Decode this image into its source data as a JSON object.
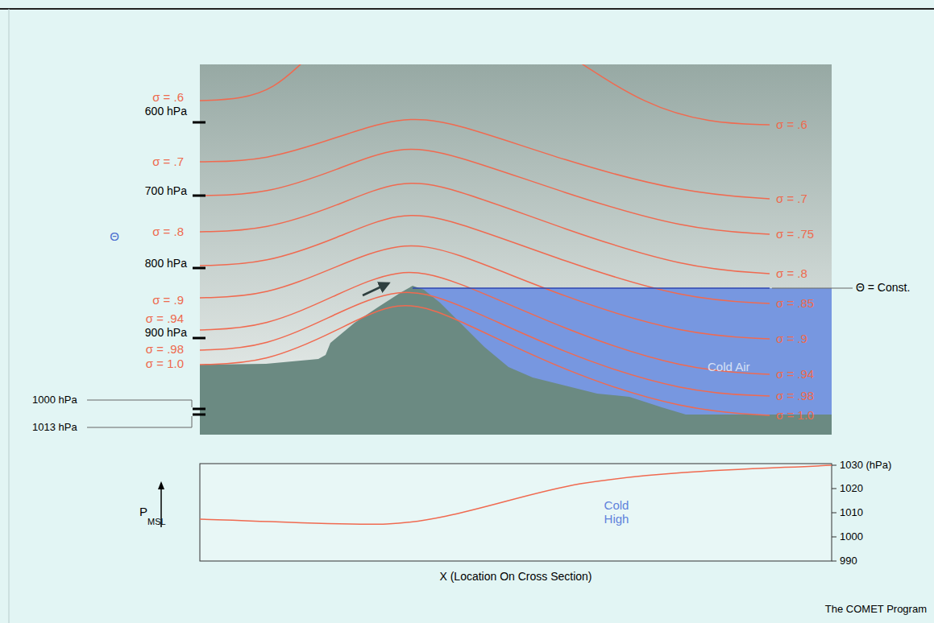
{
  "diagram": {
    "labels": [
      "σ = .6",
      "600 hPa",
      "σ = .7",
      "700 hPa",
      "Θ",
      "σ = .8",
      "800 hPa",
      "σ = .9",
      "σ = .94",
      "900 hPa",
      "σ = .98",
      "σ = 1.0",
      "1000 hPa",
      "1013 hPa",
      "σ = .6",
      "σ = .7",
      "σ = .75",
      "σ = .8",
      "Θ = Const.",
      "σ = .85",
      "σ = .9",
      "σ = .94",
      "σ = .98",
      "σ = 1.0",
      "Cold Air",
      "1030 (hPa)",
      "1020",
      "1010",
      "1000",
      "990",
      "P",
      "MSL",
      "Cold High",
      "X (Location On Cross Section)",
      "The COMET Program"
    ]
  }
}
